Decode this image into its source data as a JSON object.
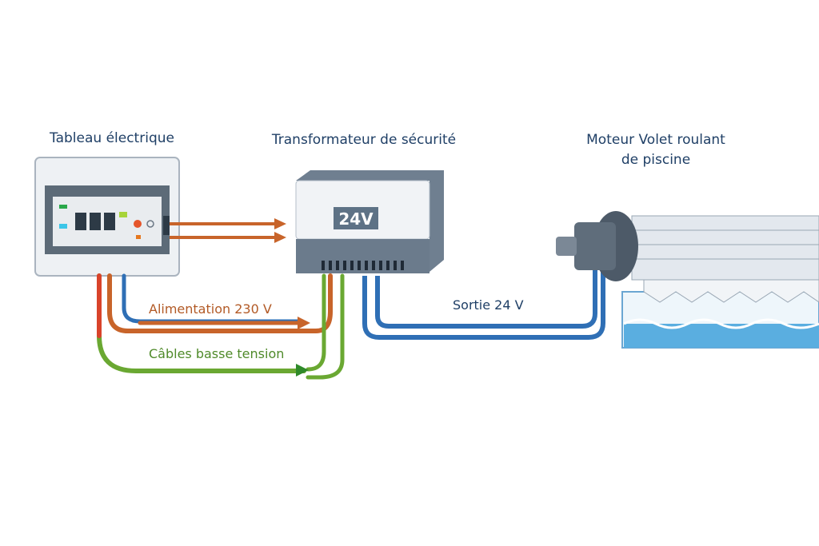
{
  "titles": {
    "panel": "Tableau électrique",
    "transformer": "Transformateur de sécurité",
    "motor_line1": "Moteur Volet roulant",
    "motor_line2": "de piscine"
  },
  "transformer_badge": "24V",
  "labels": {
    "supply": "Alimentation 230 V",
    "low_voltage": "Câbles basse tension",
    "output": "Sortie 24 V"
  },
  "colors": {
    "title": "#1f3f66",
    "supply_cable": "#c8642a",
    "low_voltage_cable": "#6aa832",
    "output_cable": "#2f6fb5",
    "phase_cable": "#d9432a",
    "water": "#5aaee0"
  }
}
